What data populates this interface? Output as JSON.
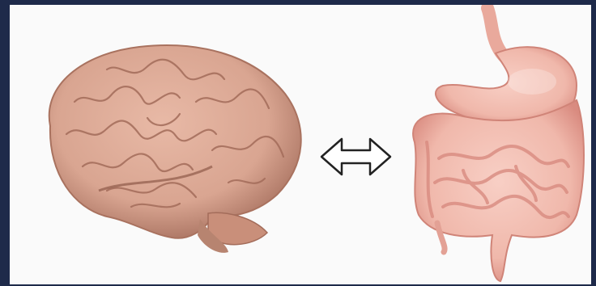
{
  "image": {
    "subjects": [
      "brain",
      "digestive-tract"
    ],
    "connector": "double-headed-arrow",
    "colors": {
      "frame": "#1e2a4a",
      "background": "#fafafa",
      "brain": "#d9a591",
      "brain_shadow": "#b07a68",
      "gut": "#f0b8ab",
      "gut_shadow": "#d98b80",
      "arrow_stroke": "#222222"
    }
  }
}
